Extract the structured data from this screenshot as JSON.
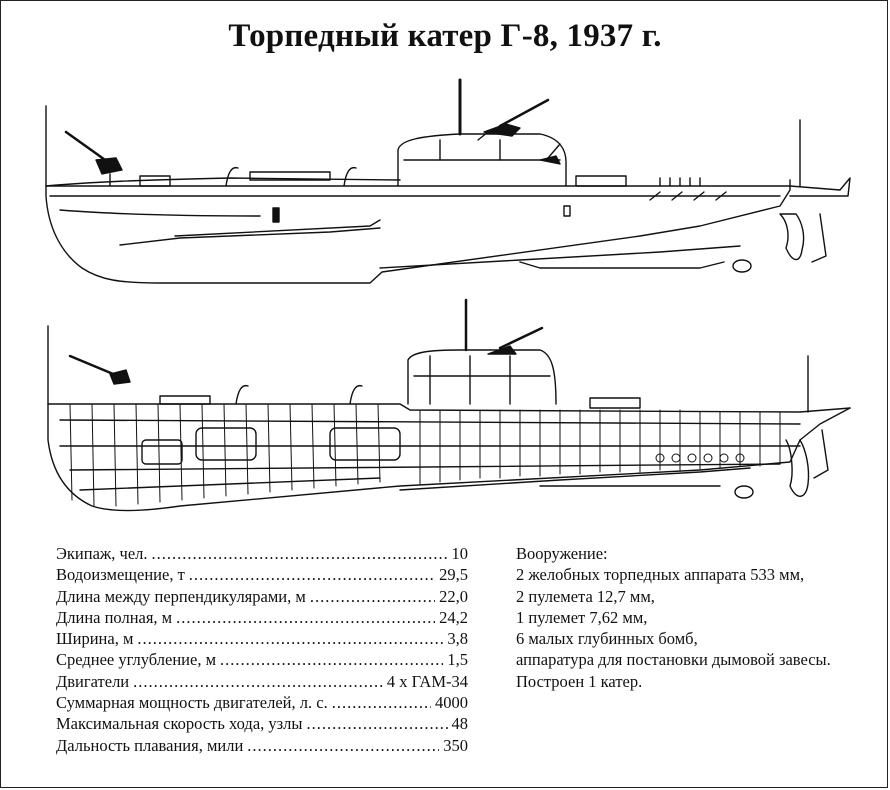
{
  "title": "Торпедный катер Г-8, 1937 г.",
  "specifications": [
    {
      "label": "Экипаж, чел.",
      "value": "10"
    },
    {
      "label": "Водоизмещение, т",
      "value": "29,5"
    },
    {
      "label": "Длина между перпендикулярами, м",
      "value": "22,0"
    },
    {
      "label": "Длина полная, м",
      "value": "24,2"
    },
    {
      "label": "Ширина, м",
      "value": "3,8"
    },
    {
      "label": "Среднее углубление, м",
      "value": "1,5"
    },
    {
      "label": "Двигатели",
      "value": "4 х ГАМ-34"
    },
    {
      "label": "Суммарная мощность двигателей, л. с.",
      "value": "4000"
    },
    {
      "label": "Максимальная скорость хода, узлы",
      "value": "48"
    },
    {
      "label": "Дальность плавания, мили",
      "value": "350"
    }
  ],
  "armament": {
    "heading": "Вооружение:",
    "lines": [
      "2 желобных торпедных аппарата  533 мм,",
      "2 пулемета 12,7 мм,",
      "1 пулемет 7,62 мм,",
      "6 малых глубинных бомб,",
      "аппаратура для постановки дымовой завесы.",
      "Построен 1 катер."
    ]
  }
}
